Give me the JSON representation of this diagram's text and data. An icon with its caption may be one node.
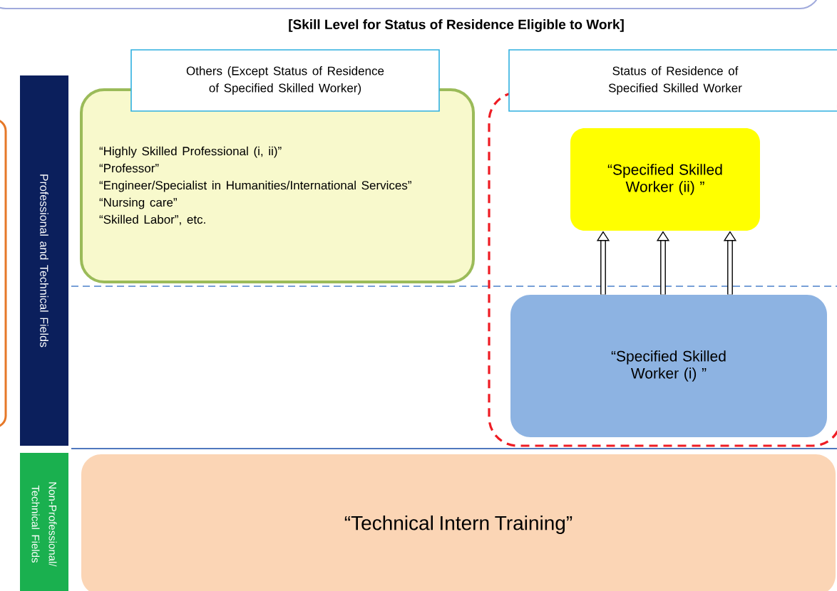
{
  "diagram": {
    "title": "[Skill Level for Status of Residence Eligible to Work]",
    "nodes": [
      {
        "text": [
          "Others (Except Status of Residence of Specified Skilled Worker)"
        ]
      },
      {
        "text": [
          "Status of Residence of Specified Skilled Worker"
        ]
      },
      {
        "text": [
          "Professional and Technical Fields"
        ]
      },
      {
        "text": [
          "Non-Professional/ Technical Fields"
        ]
      },
      {
        "text": [
          "“Highly Skilled Professional (i, ii)”",
          "“Professor”",
          "“Engineer/Specialist in Humanities/International Services”",
          "“Nursing care”",
          "“Skilled Labor”, etc."
        ]
      },
      {
        "text": [],
        "shape": "box"
      },
      {
        "text": [
          "“Specified Skilled Worker (ii) ”"
        ],
        "in": 5
      },
      {
        "text": [
          "“Specified Skilled Worker (i) ”"
        ],
        "in": 5
      },
      {
        "text": [
          "“Technical Intern Training”"
        ]
      }
    ],
    "edges": [
      {
        "from": 7,
        "to": 6,
        "arrow": "to"
      },
      {
        "from": 7,
        "to": 6,
        "arrow": "to"
      },
      {
        "from": 7,
        "to": 6,
        "arrow": "to"
      }
    ]
  }
}
